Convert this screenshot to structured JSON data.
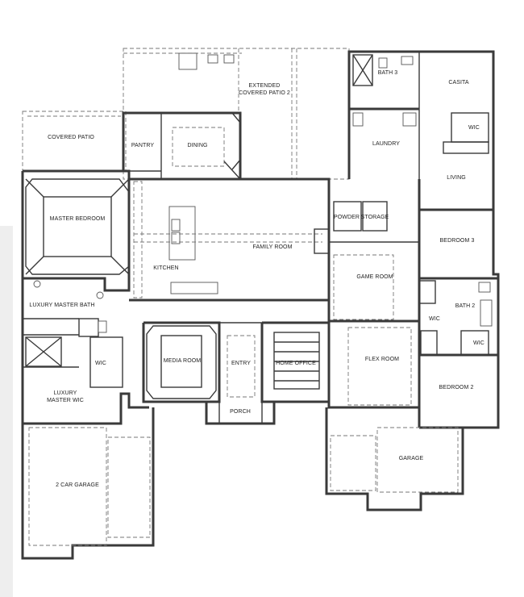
{
  "rooms": {
    "extended_covered_patio_line1": "EXTENDED",
    "extended_covered_patio_line2": "COVERED PATIO 2",
    "bath_3": "BATH 3",
    "casita": "CASITA",
    "covered_patio": "COVERED PATIO",
    "pantry": "PANTRY",
    "dining": "DINING",
    "laundry": "LAUNDRY",
    "casita_wic": "WIC",
    "living": "LIVING",
    "master_bedroom": "MASTER BEDROOM",
    "powder": "POWDER",
    "storage": "STORAGE",
    "bedroom_3": "BEDROOM 3",
    "family_room": "FAMILY ROOM",
    "kitchen": "KITCHEN",
    "game_room": "GAME ROOM",
    "luxury_master_bath": "LUXURY MASTER BATH",
    "bath_2": "BATH 2",
    "wic_bath2_left": "WIC",
    "wic_bath2_right": "WIC",
    "media_room": "MEDIA ROOM",
    "entry": "ENTRY",
    "home_office": "HOME OFFICE",
    "flex_room": "FLEX ROOM",
    "master_wic_area_wic": "WIC",
    "luxury_master_wic_line1": "LUXURY",
    "luxury_master_wic_line2": "MASTER WIC",
    "bedroom_2": "BEDROOM 2",
    "porch": "PORCH",
    "garage": "GARAGE",
    "two_car_garage": "2 CAR GARAGE"
  }
}
